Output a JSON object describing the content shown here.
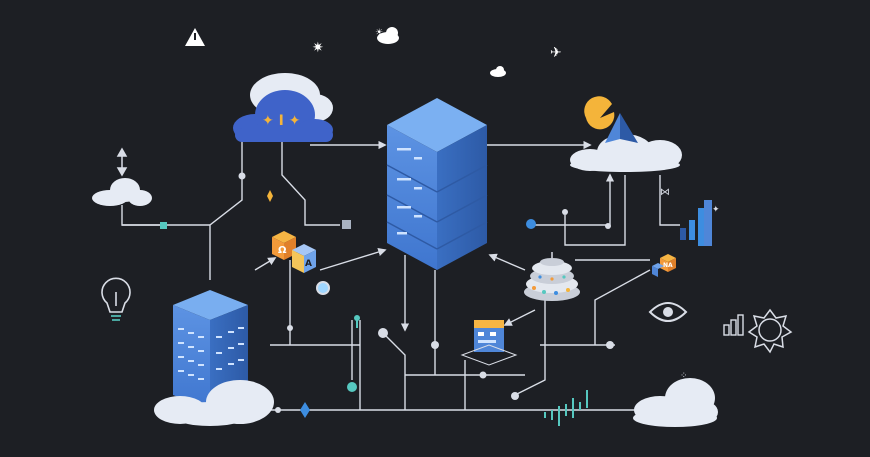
{
  "colors": {
    "background": "#1d1f24",
    "line": "#d9dde6",
    "server_front": "#4f86d8",
    "server_top": "#6da3ee",
    "server_side": "#3468b8",
    "cloud": "#e9edf5",
    "cloud_dark": "#3f63c9",
    "accent_yellow": "#f4b43a",
    "accent_orange": "#f39a3a",
    "accent_teal": "#56c8c0",
    "accent_blue": "#3d8de0"
  },
  "icons": [
    "warning-triangle-icon",
    "sparkle-icon",
    "cloud-sun-icon",
    "bird-icon",
    "small-cloud-icon",
    "lightbulb-icon",
    "bar-chart-icon",
    "sun-gear-icon",
    "eye-icon",
    "pacman-icon",
    "pyramid-icon",
    "cube-icon",
    "bug-icon"
  ],
  "glyphs": {
    "dark_cloud": "✦ I ✦",
    "cube_left_a": "Ω",
    "cube_left_b": "A",
    "cube_right": "NA"
  }
}
